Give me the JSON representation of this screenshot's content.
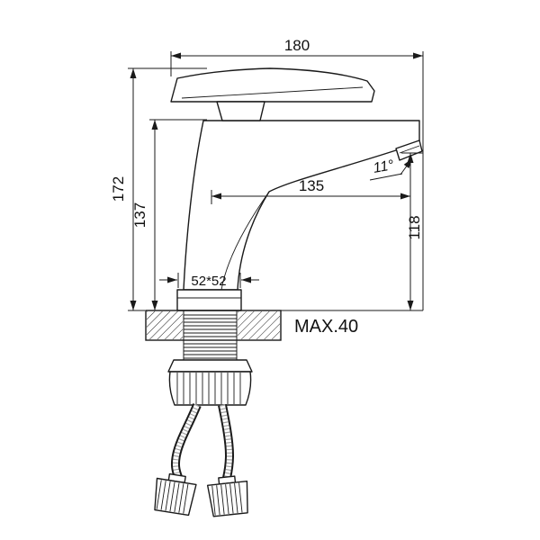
{
  "diagram": {
    "type": "technical-drawing",
    "subject": "single-handle basin faucet, front elevation with mounting hardware and flexible supply hoses",
    "colors": {
      "line": "#1a1a1a",
      "background": "#ffffff",
      "text": "#111111"
    }
  },
  "labels": {
    "width_overall": "180",
    "height_overall": "172",
    "height_body": "137",
    "spout_reach": "135",
    "spout_angle": "11°",
    "outlet_height": "118",
    "base_footprint": "52*52",
    "deck_max_thickness": "MAX.40"
  }
}
